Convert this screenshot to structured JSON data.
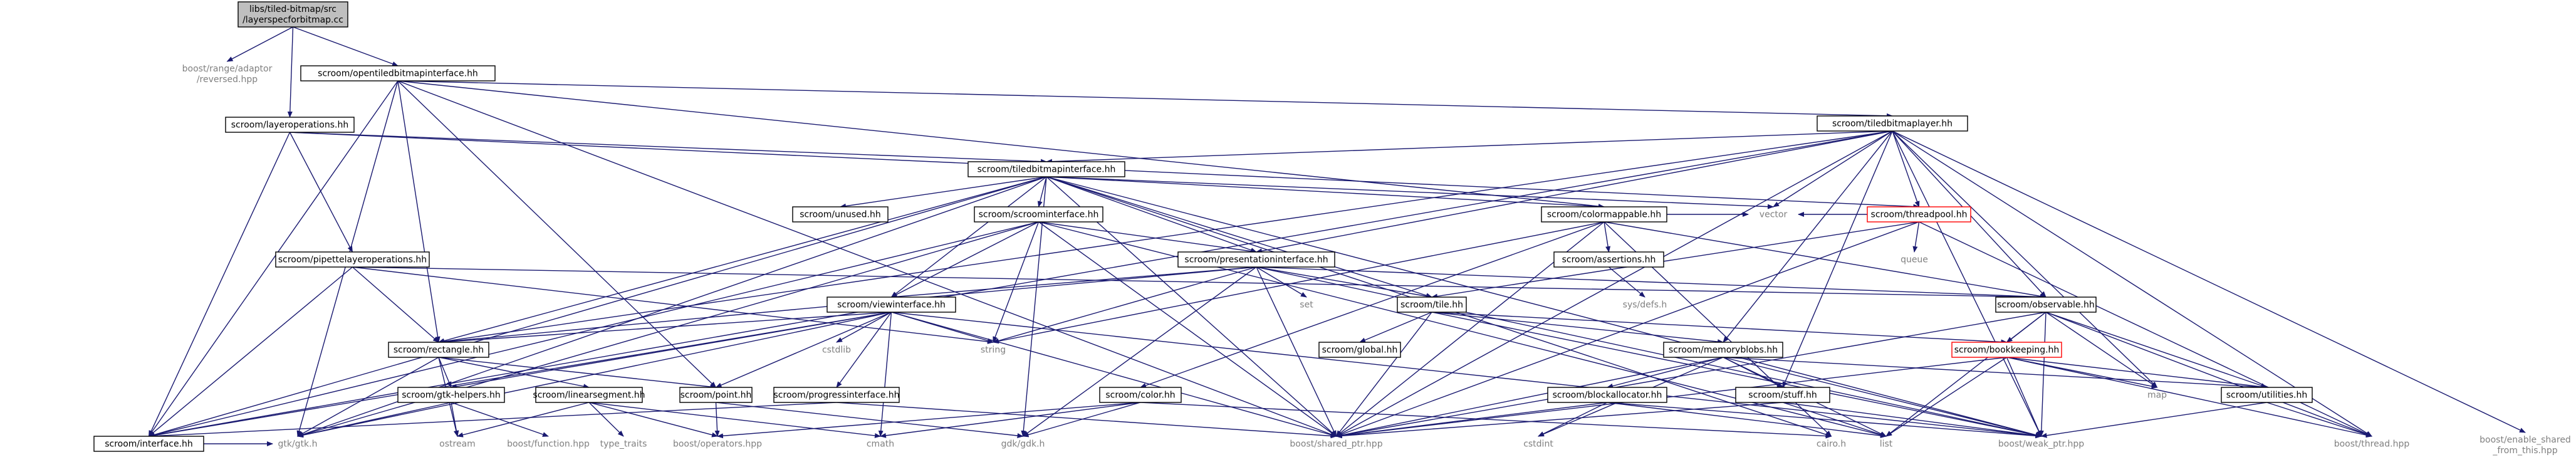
{
  "diagram": {
    "type": "include-dependency-graph",
    "colors": {
      "edge": "#191970",
      "focus_fill": "#bfbfbf",
      "project_border": "#000000",
      "warning_border": "#ff0000",
      "external_text": "#808080"
    },
    "nodes": [
      {
        "id": "root",
        "kind": "focus",
        "lines": [
          "libs/tiled-bitmap/src",
          "/layerspecforbitmap.cc"
        ]
      },
      {
        "id": "range",
        "kind": "ext",
        "lines": [
          "boost/range/adaptor",
          "/reversed.hpp"
        ]
      },
      {
        "id": "opentiled",
        "kind": "proj",
        "lines": [
          "scroom/opentiledbitmapinterface.hh"
        ]
      },
      {
        "id": "layerops",
        "kind": "proj",
        "lines": [
          "scroom/layeroperations.hh"
        ]
      },
      {
        "id": "tiledlayer",
        "kind": "proj",
        "lines": [
          "scroom/tiledbitmaplayer.hh"
        ]
      },
      {
        "id": "tiledif",
        "kind": "proj",
        "lines": [
          "scroom/tiledbitmapinterface.hh"
        ]
      },
      {
        "id": "unused",
        "kind": "proj",
        "lines": [
          "scroom/unused.hh"
        ]
      },
      {
        "id": "scroomif",
        "kind": "proj",
        "lines": [
          "scroom/scroominterface.hh"
        ]
      },
      {
        "id": "colormap",
        "kind": "proj",
        "lines": [
          "scroom/colormappable.hh"
        ]
      },
      {
        "id": "threadpool",
        "kind": "red",
        "lines": [
          "scroom/threadpool.hh"
        ]
      },
      {
        "id": "pipette",
        "kind": "proj",
        "lines": [
          "scroom/pipettelayeroperations.hh"
        ]
      },
      {
        "id": "presif",
        "kind": "proj",
        "lines": [
          "scroom/presentationinterface.hh"
        ]
      },
      {
        "id": "assertions",
        "kind": "proj",
        "lines": [
          "scroom/assertions.hh"
        ]
      },
      {
        "id": "vector",
        "kind": "ext",
        "lines": [
          "vector"
        ]
      },
      {
        "id": "queue",
        "kind": "ext",
        "lines": [
          "queue"
        ]
      },
      {
        "id": "set",
        "kind": "ext",
        "lines": [
          "set"
        ]
      },
      {
        "id": "sysdefs",
        "kind": "ext",
        "lines": [
          "sys/defs.h"
        ]
      },
      {
        "id": "viewif",
        "kind": "proj",
        "lines": [
          "scroom/viewinterface.hh"
        ]
      },
      {
        "id": "tile",
        "kind": "proj",
        "lines": [
          "scroom/tile.hh"
        ]
      },
      {
        "id": "observable",
        "kind": "proj",
        "lines": [
          "scroom/observable.hh"
        ]
      },
      {
        "id": "cstdlib",
        "kind": "ext",
        "lines": [
          "cstdlib"
        ]
      },
      {
        "id": "string",
        "kind": "ext",
        "lines": [
          "string"
        ]
      },
      {
        "id": "global",
        "kind": "proj",
        "lines": [
          "scroom/global.hh"
        ]
      },
      {
        "id": "bookkeeping",
        "kind": "red",
        "lines": [
          "scroom/bookkeeping.hh"
        ]
      },
      {
        "id": "rectangle",
        "kind": "proj",
        "lines": [
          "scroom/rectangle.hh"
        ]
      },
      {
        "id": "memblobs",
        "kind": "proj",
        "lines": [
          "scroom/memoryblobs.hh"
        ]
      },
      {
        "id": "gtkhelpers",
        "kind": "proj",
        "lines": [
          "scroom/gtk-helpers.hh"
        ]
      },
      {
        "id": "linseg",
        "kind": "proj",
        "lines": [
          "scroom/linearsegment.hh"
        ]
      },
      {
        "id": "point",
        "kind": "proj",
        "lines": [
          "scroom/point.hh"
        ]
      },
      {
        "id": "progress",
        "kind": "proj",
        "lines": [
          "scroom/progressinterface.hh"
        ]
      },
      {
        "id": "color",
        "kind": "proj",
        "lines": [
          "scroom/color.hh"
        ]
      },
      {
        "id": "blockalloc",
        "kind": "proj",
        "lines": [
          "scroom/blockallocator.hh"
        ]
      },
      {
        "id": "stuff",
        "kind": "proj",
        "lines": [
          "scroom/stuff.hh"
        ]
      },
      {
        "id": "map",
        "kind": "ext",
        "lines": [
          "map"
        ]
      },
      {
        "id": "utilities",
        "kind": "proj",
        "lines": [
          "scroom/utilities.hh"
        ]
      },
      {
        "id": "interface",
        "kind": "proj",
        "lines": [
          "scroom/interface.hh"
        ]
      },
      {
        "id": "gtk",
        "kind": "ext",
        "lines": [
          "gtk/gtk.h"
        ]
      },
      {
        "id": "ostream",
        "kind": "ext",
        "lines": [
          "ostream"
        ]
      },
      {
        "id": "function",
        "kind": "ext",
        "lines": [
          "boost/function.hpp"
        ]
      },
      {
        "id": "typetraits",
        "kind": "ext",
        "lines": [
          "type_traits"
        ]
      },
      {
        "id": "operators",
        "kind": "ext",
        "lines": [
          "boost/operators.hpp"
        ]
      },
      {
        "id": "cmath",
        "kind": "ext",
        "lines": [
          "cmath"
        ]
      },
      {
        "id": "gdk",
        "kind": "ext",
        "lines": [
          "gdk/gdk.h"
        ]
      },
      {
        "id": "sharedptr",
        "kind": "ext",
        "lines": [
          "boost/shared_ptr.hpp"
        ]
      },
      {
        "id": "cstdint",
        "kind": "ext",
        "lines": [
          "cstdint"
        ]
      },
      {
        "id": "cairo",
        "kind": "ext",
        "lines": [
          "cairo.h"
        ]
      },
      {
        "id": "list",
        "kind": "ext",
        "lines": [
          "list"
        ]
      },
      {
        "id": "weakptr",
        "kind": "ext",
        "lines": [
          "boost/weak_ptr.hpp"
        ]
      },
      {
        "id": "thread",
        "kind": "ext",
        "lines": [
          "boost/thread.hpp"
        ]
      },
      {
        "id": "enableshared",
        "kind": "ext",
        "lines": [
          "boost/enable_shared",
          "_from_this.hpp"
        ]
      }
    ],
    "edges": [
      [
        "root",
        "range"
      ],
      [
        "root",
        "opentiled"
      ],
      [
        "root",
        "layerops"
      ],
      [
        "opentiled",
        "tiledlayer"
      ],
      [
        "opentiled",
        "colormap"
      ],
      [
        "opentiled",
        "rectangle"
      ],
      [
        "opentiled",
        "point"
      ],
      [
        "opentiled",
        "interface"
      ],
      [
        "opentiled",
        "gtk"
      ],
      [
        "opentiled",
        "sharedptr"
      ],
      [
        "layerops",
        "tiledif"
      ],
      [
        "layerops",
        "pipette"
      ],
      [
        "layerops",
        "interface"
      ],
      [
        "layerops",
        "threadpool"
      ],
      [
        "tiledlayer",
        "tiledif"
      ],
      [
        "tiledlayer",
        "threadpool"
      ],
      [
        "tiledlayer",
        "presif"
      ],
      [
        "tiledlayer",
        "observable"
      ],
      [
        "tiledlayer",
        "vector"
      ],
      [
        "tiledlayer",
        "map"
      ],
      [
        "tiledlayer",
        "rectangle"
      ],
      [
        "tiledlayer",
        "interface"
      ],
      [
        "tiledlayer",
        "sharedptr"
      ],
      [
        "tiledlayer",
        "weakptr"
      ],
      [
        "tiledlayer",
        "thread"
      ],
      [
        "tiledlayer",
        "enableshared"
      ],
      [
        "tiledlayer",
        "memblobs"
      ],
      [
        "tiledlayer",
        "stuff"
      ],
      [
        "tiledif",
        "unused"
      ],
      [
        "tiledif",
        "scroomif"
      ],
      [
        "tiledif",
        "colormap"
      ],
      [
        "tiledif",
        "presif"
      ],
      [
        "tiledif",
        "viewif"
      ],
      [
        "tiledif",
        "tile"
      ],
      [
        "tiledif",
        "rectangle"
      ],
      [
        "tiledif",
        "interface"
      ],
      [
        "tiledif",
        "gtk"
      ],
      [
        "tiledif",
        "gdk"
      ],
      [
        "tiledif",
        "sharedptr"
      ],
      [
        "tiledif",
        "weakptr"
      ],
      [
        "tiledif",
        "vector"
      ],
      [
        "tiledif",
        "cairo"
      ],
      [
        "scroomif",
        "presif"
      ],
      [
        "scroomif",
        "viewif"
      ],
      [
        "scroomif",
        "string"
      ],
      [
        "scroomif",
        "interface"
      ],
      [
        "scroomif",
        "sharedptr"
      ],
      [
        "scroomif",
        "gtk"
      ],
      [
        "scroomif",
        "list"
      ],
      [
        "colormap",
        "assertions"
      ],
      [
        "colormap",
        "observable"
      ],
      [
        "colormap",
        "color"
      ],
      [
        "colormap",
        "vector"
      ],
      [
        "colormap",
        "sharedptr"
      ],
      [
        "colormap",
        "string"
      ],
      [
        "colormap",
        "cairo"
      ],
      [
        "threadpool",
        "vector"
      ],
      [
        "threadpool",
        "queue"
      ],
      [
        "threadpool",
        "sharedptr"
      ],
      [
        "threadpool",
        "thread"
      ],
      [
        "threadpool",
        "tile"
      ],
      [
        "pipette",
        "rectangle"
      ],
      [
        "pipette",
        "interface"
      ],
      [
        "pipette",
        "string"
      ],
      [
        "pipette",
        "observable"
      ],
      [
        "presif",
        "viewif"
      ],
      [
        "presif",
        "observable"
      ],
      [
        "presif",
        "tile"
      ],
      [
        "presif",
        "rectangle"
      ],
      [
        "presif",
        "set"
      ],
      [
        "presif",
        "string"
      ],
      [
        "presif",
        "sharedptr"
      ],
      [
        "presif",
        "gdk"
      ],
      [
        "presif",
        "weakptr"
      ],
      [
        "assertions",
        "sysdefs"
      ],
      [
        "viewif",
        "rectangle"
      ],
      [
        "viewif",
        "progress"
      ],
      [
        "viewif",
        "gtkhelpers"
      ],
      [
        "viewif",
        "point"
      ],
      [
        "viewif",
        "interface"
      ],
      [
        "viewif",
        "gtk"
      ],
      [
        "viewif",
        "cstdlib"
      ],
      [
        "viewif",
        "string"
      ],
      [
        "viewif",
        "sharedptr"
      ],
      [
        "viewif",
        "cmath"
      ],
      [
        "viewif",
        "weakptr"
      ],
      [
        "tile",
        "global"
      ],
      [
        "tile",
        "memblobs"
      ],
      [
        "tile",
        "bookkeeping"
      ],
      [
        "tile",
        "sharedptr"
      ],
      [
        "tile",
        "weakptr"
      ],
      [
        "observable",
        "bookkeeping"
      ],
      [
        "observable",
        "utilities"
      ],
      [
        "observable",
        "map"
      ],
      [
        "observable",
        "list"
      ],
      [
        "observable",
        "sharedptr"
      ],
      [
        "observable",
        "weakptr"
      ],
      [
        "observable",
        "thread"
      ],
      [
        "bookkeeping",
        "map"
      ],
      [
        "bookkeeping",
        "utilities"
      ],
      [
        "bookkeeping",
        "list"
      ],
      [
        "bookkeeping",
        "sharedptr"
      ],
      [
        "bookkeeping",
        "weakptr"
      ],
      [
        "bookkeeping",
        "thread"
      ],
      [
        "rectangle",
        "gtkhelpers"
      ],
      [
        "rectangle",
        "linseg"
      ],
      [
        "rectangle",
        "point"
      ],
      [
        "rectangle",
        "ostream"
      ],
      [
        "rectangle",
        "gtk"
      ],
      [
        "memblobs",
        "blockalloc"
      ],
      [
        "memblobs",
        "stuff"
      ],
      [
        "memblobs",
        "utilities"
      ],
      [
        "memblobs",
        "list"
      ],
      [
        "memblobs",
        "sharedptr"
      ],
      [
        "memblobs",
        "weakptr"
      ],
      [
        "memblobs",
        "cstdint"
      ],
      [
        "gtkhelpers",
        "ostream"
      ],
      [
        "gtkhelpers",
        "function"
      ],
      [
        "gtkhelpers",
        "gtk"
      ],
      [
        "linseg",
        "ostream"
      ],
      [
        "linseg",
        "typetraits"
      ],
      [
        "linseg",
        "operators"
      ],
      [
        "linseg",
        "cmath"
      ],
      [
        "point",
        "operators"
      ],
      [
        "point",
        "gdk"
      ],
      [
        "progress",
        "interface"
      ],
      [
        "progress",
        "sharedptr"
      ],
      [
        "color",
        "cmath"
      ],
      [
        "color",
        "gdk"
      ],
      [
        "color",
        "operators"
      ],
      [
        "color",
        "cairo"
      ],
      [
        "blockalloc",
        "cstdint"
      ],
      [
        "blockalloc",
        "list"
      ],
      [
        "blockalloc",
        "sharedptr"
      ],
      [
        "blockalloc",
        "weakptr"
      ],
      [
        "stuff",
        "sharedptr"
      ],
      [
        "stuff",
        "list"
      ],
      [
        "stuff",
        "weakptr"
      ],
      [
        "utilities",
        "thread"
      ],
      [
        "utilities",
        "weakptr"
      ],
      [
        "interface",
        "gtk"
      ]
    ]
  }
}
